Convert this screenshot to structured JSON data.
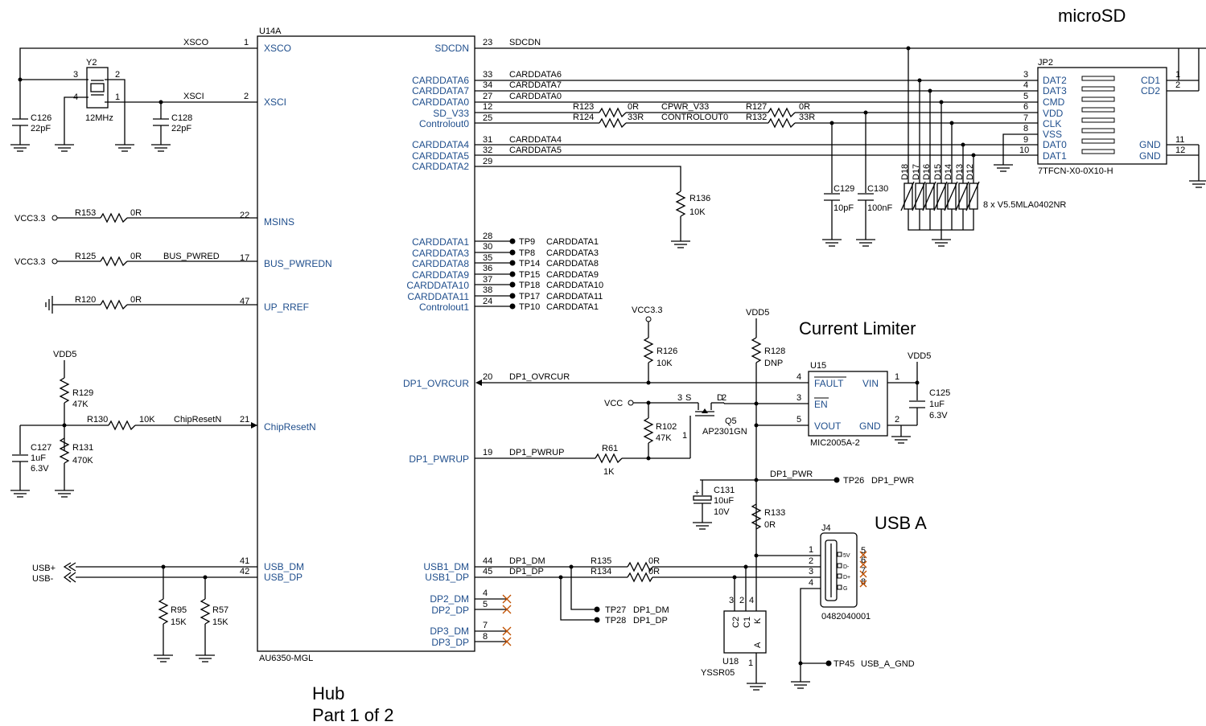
{
  "titles": {
    "microsd": "microSD",
    "current_limiter": "Current Limiter",
    "usb_a": "USB A",
    "hub": "Hub",
    "part": "Part 1 of 2"
  },
  "u14a": {
    "ref": "U14A",
    "part": "AU6350-MGL",
    "left_pins": [
      {
        "num": "1",
        "name": "XSCO",
        "net": "XSCO"
      },
      {
        "num": "2",
        "name": "XSCI",
        "net": "XSCI"
      },
      {
        "num": "22",
        "name": "MSINS",
        "net": ""
      },
      {
        "num": "17",
        "name": "BUS_PWREDN",
        "net": "BUS_PWRED"
      },
      {
        "num": "47",
        "name": "UP_RREF",
        "net": ""
      },
      {
        "num": "21",
        "name": "ChipResetN",
        "net": "ChipResetN"
      },
      {
        "num": "41",
        "name": "USB_DM",
        "net": ""
      },
      {
        "num": "42",
        "name": "USB_DP",
        "net": ""
      }
    ],
    "right_pins": [
      {
        "num": "23",
        "name": "SDCDN",
        "net": "SDCDN"
      },
      {
        "num": "33",
        "name": "CARDDATA6",
        "net": "CARDDATA6"
      },
      {
        "num": "34",
        "name": "CARDDATA7",
        "net": "CARDDATA7"
      },
      {
        "num": "27",
        "name": "CARDDATA0",
        "net": "CARDDATA0"
      },
      {
        "num": "12",
        "name": "SD_V33",
        "net": ""
      },
      {
        "num": "25",
        "name": "Controlout0",
        "net": ""
      },
      {
        "num": "31",
        "name": "CARDDATA4",
        "net": "CARDDATA4"
      },
      {
        "num": "32",
        "name": "CARDDATA5",
        "net": "CARDDATA5"
      },
      {
        "num": "29",
        "name": "CARDDATA2",
        "net": ""
      },
      {
        "num": "28",
        "name": "CARDDATA1",
        "net": ""
      },
      {
        "num": "30",
        "name": "CARDDATA3",
        "net": ""
      },
      {
        "num": "35",
        "name": "CARDDATA8",
        "net": ""
      },
      {
        "num": "36",
        "name": "CARDDATA9",
        "net": ""
      },
      {
        "num": "37",
        "name": "CARDDATA10",
        "net": ""
      },
      {
        "num": "38",
        "name": "CARDDATA11",
        "net": ""
      },
      {
        "num": "24",
        "name": "Controlout1",
        "net": ""
      },
      {
        "num": "20",
        "name": "DP1_OVRCUR",
        "net": "DP1_OVRCUR"
      },
      {
        "num": "19",
        "name": "DP1_PWRUP",
        "net": "DP1_PWRUP"
      },
      {
        "num": "44",
        "name": "USB1_DM",
        "net": "DP1_DM"
      },
      {
        "num": "45",
        "name": "USB1_DP",
        "net": "DP1_DP"
      },
      {
        "num": "4",
        "name": "DP2_DM",
        "net": ""
      },
      {
        "num": "5",
        "name": "DP2_DP",
        "net": ""
      },
      {
        "num": "7",
        "name": "DP3_DM",
        "net": ""
      },
      {
        "num": "8",
        "name": "DP3_DP",
        "net": ""
      }
    ]
  },
  "testpoints": [
    {
      "ref": "TP9",
      "net": "CARDDATA1"
    },
    {
      "ref": "TP8",
      "net": "CARDDATA3"
    },
    {
      "ref": "TP14",
      "net": "CARDDATA8"
    },
    {
      "ref": "TP15",
      "net": "CARDDATA9"
    },
    {
      "ref": "TP18",
      "net": "CARDDATA10"
    },
    {
      "ref": "TP17",
      "net": "CARDDATA11"
    },
    {
      "ref": "TP10",
      "net": "CARDDATA1"
    }
  ],
  "crystal": {
    "ref": "Y2",
    "value": "12MHz",
    "p1": "1",
    "p2": "2",
    "p3": "3",
    "p4": "4"
  },
  "caps": {
    "c126": {
      "ref": "C126",
      "value": "22pF"
    },
    "c128": {
      "ref": "C128",
      "value": "22pF"
    },
    "c127": {
      "ref": "C127",
      "value": "1uF",
      "v": "6.3V"
    },
    "c129": {
      "ref": "C129",
      "value": "10pF"
    },
    "c130": {
      "ref": "C130",
      "value": "100nF"
    },
    "c125": {
      "ref": "C125",
      "value": "1uF",
      "v": "6.3V"
    },
    "c131": {
      "ref": "C131",
      "value": "10uF",
      "v": "10V"
    }
  },
  "resistors": {
    "r153": {
      "ref": "R153",
      "value": "0R"
    },
    "r125": {
      "ref": "R125",
      "value": "0R"
    },
    "r120": {
      "ref": "R120",
      "value": "0R"
    },
    "r129": {
      "ref": "R129",
      "value": "47K"
    },
    "r131": {
      "ref": "R131",
      "value": "470K"
    },
    "r130": {
      "ref": "R130",
      "value": "10K"
    },
    "r123": {
      "ref": "R123",
      "value": "0R"
    },
    "r124": {
      "ref": "R124",
      "value": "33R"
    },
    "r127": {
      "ref": "R127",
      "value": "0R"
    },
    "r132": {
      "ref": "R132",
      "value": "33R"
    },
    "r136": {
      "ref": "R136",
      "value": "10K"
    },
    "r126": {
      "ref": "R126",
      "value": "10K"
    },
    "r128": {
      "ref": "R128",
      "value": "DNP"
    },
    "r102": {
      "ref": "R102",
      "value": "47K"
    },
    "r61": {
      "ref": "R61",
      "value": "1K"
    },
    "r133": {
      "ref": "R133",
      "value": "0R"
    },
    "r135": {
      "ref": "R135",
      "value": "0R"
    },
    "r134": {
      "ref": "R134",
      "value": "0R"
    },
    "r95": {
      "ref": "R95",
      "value": "15K"
    },
    "r57": {
      "ref": "R57",
      "value": "15K"
    }
  },
  "nets": {
    "vcc33": "VCC3.3",
    "vdd5": "VDD5",
    "vcc": "VCC",
    "usbp": "USB+",
    "usbm": "USB-",
    "cpwr": "CPWR_V33",
    "ctrl": "CONTROLOUT0",
    "dp1pwr": "DP1_PWR"
  },
  "jp2": {
    "ref": "JP2",
    "part": "7TFCN-X0-0X10-H",
    "left": [
      {
        "num": "3",
        "name": "DAT2"
      },
      {
        "num": "4",
        "name": "DAT3"
      },
      {
        "num": "5",
        "name": "CMD"
      },
      {
        "num": "6",
        "name": "VDD"
      },
      {
        "num": "7",
        "name": "CLK"
      },
      {
        "num": "8",
        "name": "VSS"
      },
      {
        "num": "9",
        "name": "DAT0"
      },
      {
        "num": "10",
        "name": "DAT1"
      }
    ],
    "right": [
      {
        "num": "1",
        "name": "CD1"
      },
      {
        "num": "2",
        "name": "CD2"
      },
      {
        "num": "11",
        "name": "GND"
      },
      {
        "num": "12",
        "name": "GND"
      }
    ]
  },
  "diodes": {
    "refs": [
      "D18",
      "D17",
      "D16",
      "D15",
      "D14",
      "D13",
      "D12"
    ],
    "note": "8 x V5.5MLA0402NR"
  },
  "u15": {
    "ref": "U15",
    "part": "MIC2005A-2",
    "pins": [
      {
        "num": "4",
        "name": "FAULT"
      },
      {
        "num": "3",
        "name": "EN"
      },
      {
        "num": "5",
        "name": "VOUT"
      },
      {
        "num": "1",
        "name": "VIN"
      },
      {
        "num": "2",
        "name": "GND"
      }
    ]
  },
  "q5": {
    "ref": "Q5",
    "part": "AP2301GN",
    "s": "S",
    "d": "D",
    "p3": "3",
    "p2": "2",
    "p1": "1"
  },
  "tp_misc": [
    {
      "ref": "TP26",
      "net": "DP1_PWR"
    },
    {
      "ref": "TP27",
      "net": "DP1_DM"
    },
    {
      "ref": "TP28",
      "net": "DP1_DP"
    },
    {
      "ref": "TP45",
      "net": "USB_A_GND"
    }
  ],
  "j4": {
    "ref": "J4",
    "part": "0482040001",
    "pins": [
      "1",
      "2",
      "3",
      "4",
      "5",
      "6",
      "7",
      "8"
    ],
    "labels": [
      "5V",
      "D-",
      "D+",
      "G"
    ]
  },
  "u18": {
    "ref": "U18",
    "part": "YSSR05",
    "pins": [
      "3",
      "2",
      "4",
      "1"
    ],
    "labels": [
      "C2",
      "C1",
      "K",
      "A"
    ]
  }
}
